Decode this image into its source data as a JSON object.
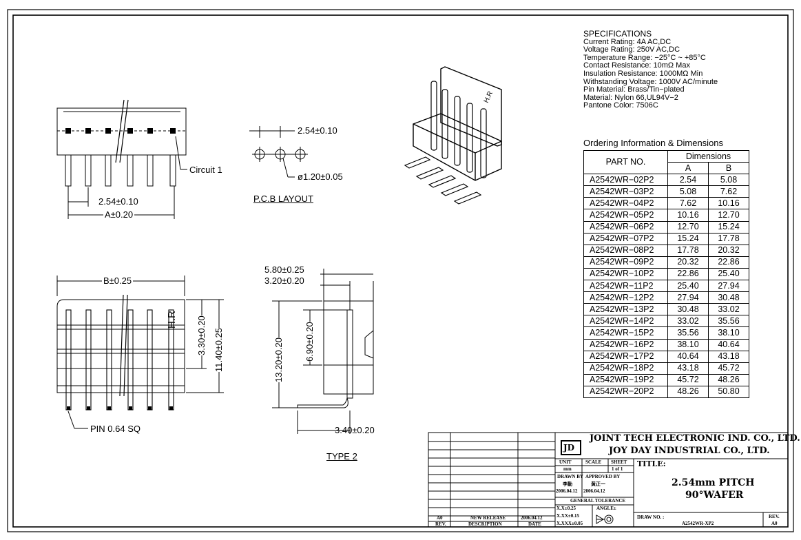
{
  "specifications": {
    "title": "SPECIFICATIONS",
    "lines": [
      "Current Rating: 4A AC,DC",
      "Voltage Rating: 250V AC,DC",
      "Temperature Range: −25°C ~ +85°C",
      "Contact Resistance: 10mΩ Max",
      "Insulation Resistance: 1000MΩ Min",
      "Withstanding Voltage: 1000V AC/minute",
      "Pin Material: Brass/Tin−plated",
      "Material: Nylon 66,UL94V−2",
      "Pantone Color: 7506C"
    ]
  },
  "ordering": {
    "title": "Ordering Information & Dimensions",
    "header_part": "PART NO.",
    "header_dims": "Dimensions",
    "header_a": "A",
    "header_b": "B",
    "rows": [
      [
        "A2542WR−02P2",
        "2.54",
        "5.08"
      ],
      [
        "A2542WR−03P2",
        "5.08",
        "7.62"
      ],
      [
        "A2542WR−04P2",
        "7.62",
        "10.16"
      ],
      [
        "A2542WR−05P2",
        "10.16",
        "12.70"
      ],
      [
        "A2542WR−06P2",
        "12.70",
        "15.24"
      ],
      [
        "A2542WR−07P2",
        "15.24",
        "17.78"
      ],
      [
        "A2542WR−08P2",
        "17.78",
        "20.32"
      ],
      [
        "A2542WR−09P2",
        "20.32",
        "22.86"
      ],
      [
        "A2542WR−10P2",
        "22.86",
        "25.40"
      ],
      [
        "A2542WR−11P2",
        "25.40",
        "27.94"
      ],
      [
        "A2542WR−12P2",
        "27.94",
        "30.48"
      ],
      [
        "A2542WR−13P2",
        "30.48",
        "33.02"
      ],
      [
        "A2542WR−14P2",
        "33.02",
        "35.56"
      ],
      [
        "A2542WR−15P2",
        "35.56",
        "38.10"
      ],
      [
        "A2542WR−16P2",
        "38.10",
        "40.64"
      ],
      [
        "A2542WR−17P2",
        "40.64",
        "43.18"
      ],
      [
        "A2542WR−18P2",
        "43.18",
        "45.72"
      ],
      [
        "A2542WR−19P2",
        "45.72",
        "48.26"
      ],
      [
        "A2542WR−20P2",
        "48.26",
        "50.80"
      ]
    ]
  },
  "dimensions": {
    "front_pitch": "2.54±0.10",
    "front_a": "A±0.20",
    "circuit": "Circuit 1",
    "pcb_pitch": "2.54±0.10",
    "pcb_hole": "ø1.20±0.05",
    "pcb_title": "P.C.B LAYOUT",
    "bottom_b": "B±0.25",
    "side_330": "3.30±0.20",
    "side_1140": "11.40±0.25",
    "pin": "PIN 0.64 SQ",
    "right_580": "5.80±0.25",
    "right_320": "3.20±0.20",
    "right_1320": "13.20±0.20",
    "right_690": "6.90±0.20",
    "right_340": "3.40±0.20",
    "type": "TYPE 2",
    "hr_mark": "H.R"
  },
  "title_block": {
    "company1": "JOINT TECH ELECTRONIC IND. CO., LTD.",
    "company2": "JOY DAY INDUSTRIAL CO., LTD.",
    "unit_label": "UNIT",
    "unit_value": "mm",
    "scale_label": "SCALE",
    "sheet_label": "SHEET",
    "sheet_value": "1 of 1",
    "title_label": "TITLE:",
    "title1": "2.54mm PITCH",
    "title2": "90°WAFER",
    "drawn_by": "DRAWN BY",
    "drawn_name": "李勤",
    "drawn_date": "2006.04.12",
    "approved_by": "APPROVED BY",
    "approved_name": "黄正一",
    "approved_date": "2006.04.12",
    "general_tol": "GENERAL TOLERANCE",
    "tol1": "X.X±0.25",
    "tol2": "X.XX±0.15",
    "tol3": "X.XXX±0.05",
    "angle": "ANGLE±",
    "drw_no_label": "DRAW NO. :",
    "drw_no": "A2542WR-XP2",
    "rev_label": "REV.",
    "rev_value": "A0",
    "row_rev": "A0",
    "row_desc": "NEW RELEASE",
    "row_date": "2006.04.12",
    "hdr_rev": "REV.",
    "hdr_desc": "DESCRIPTION",
    "hdr_date": "DATE",
    "logo": "JD"
  }
}
